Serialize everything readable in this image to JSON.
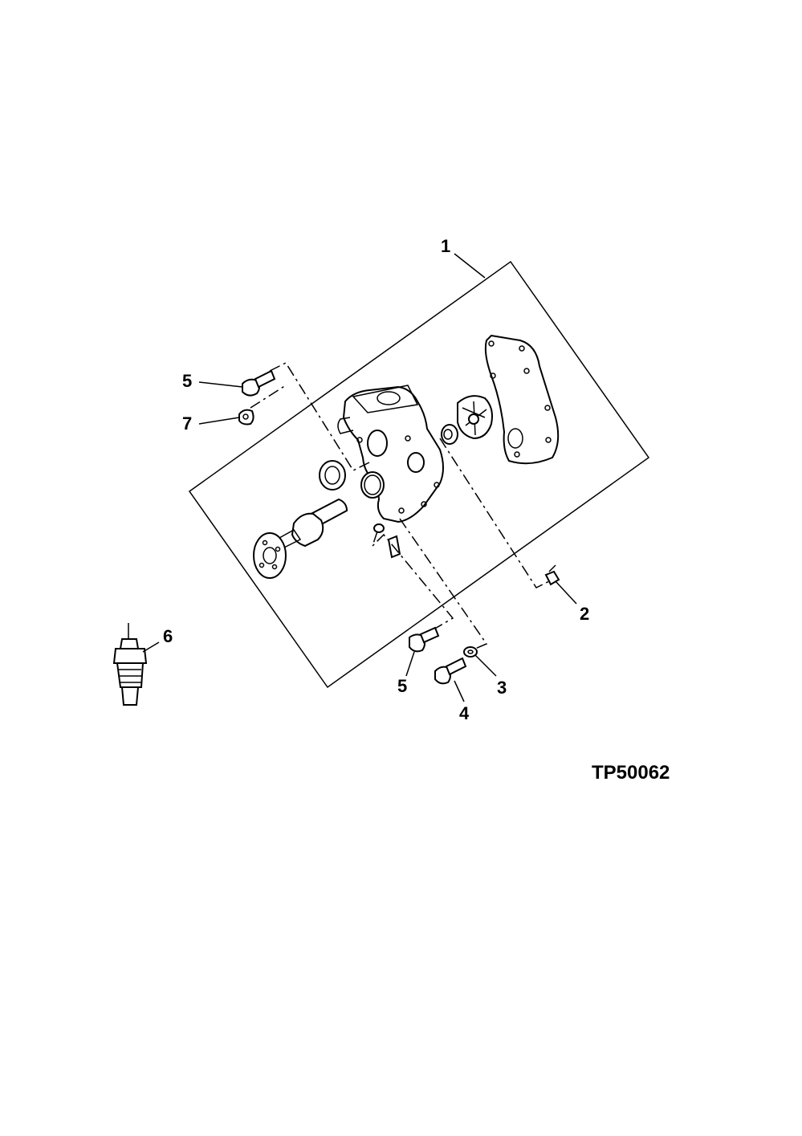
{
  "figure_id": "TP50062",
  "callouts": {
    "c1": "1",
    "c2": "2",
    "c3": "3",
    "c4": "4",
    "c5a": "5",
    "c5b": "5",
    "c6": "6",
    "c7": "7"
  }
}
